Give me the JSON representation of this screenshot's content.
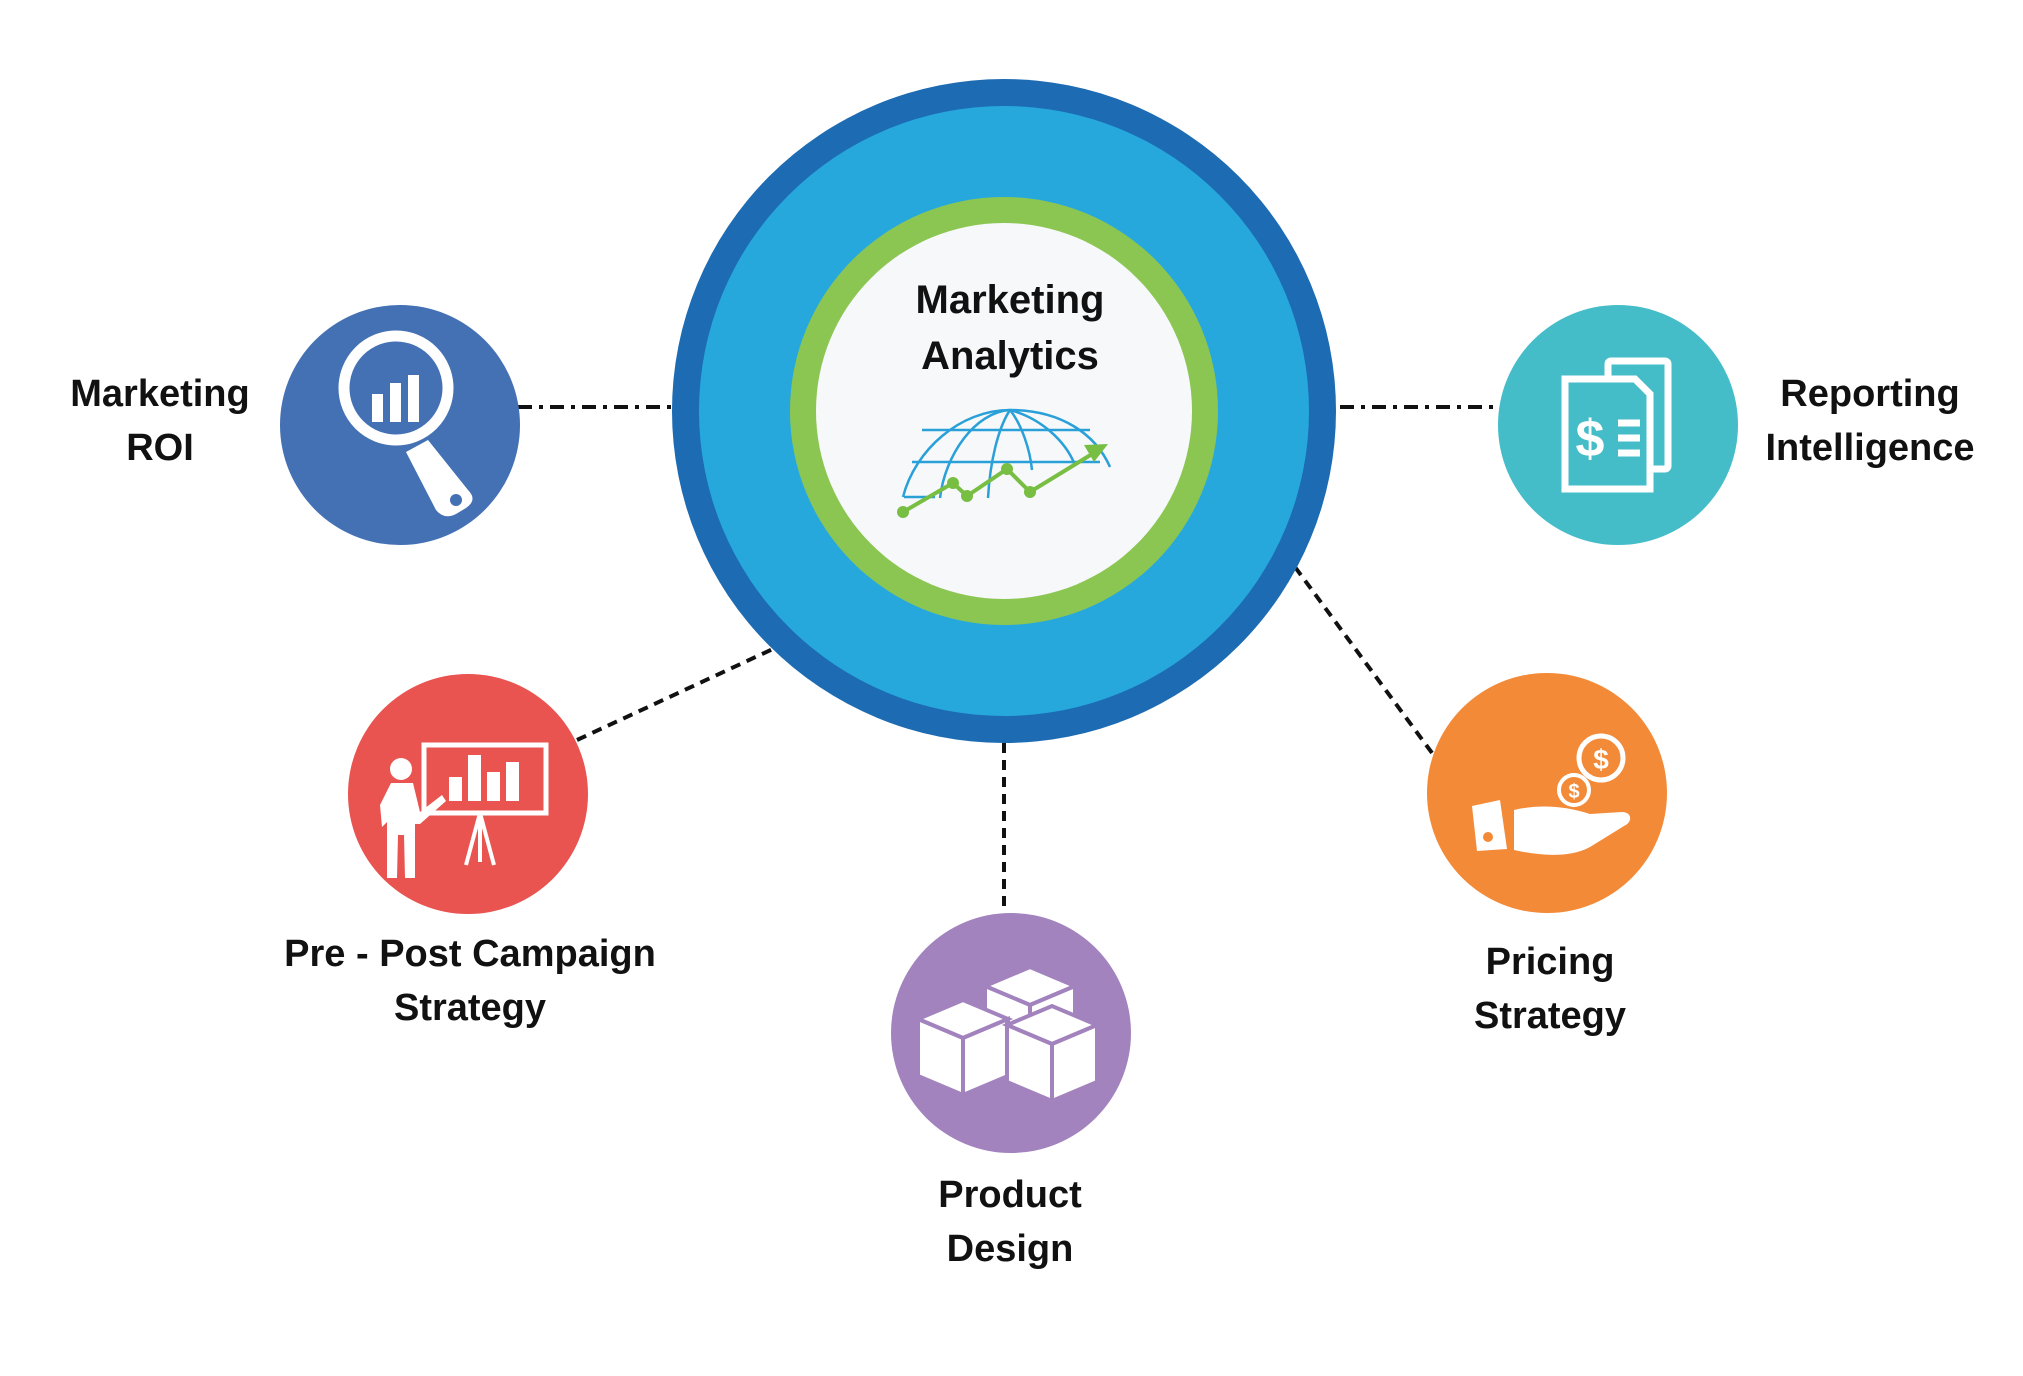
{
  "center": {
    "title_line1": "Marketing",
    "title_line2": "Analytics",
    "icon": "globe-trend-icon"
  },
  "nodes": [
    {
      "id": "marketing-roi",
      "line1": "Marketing",
      "line2": "ROI",
      "icon": "magnifier-chart-icon",
      "color": "#4470B4"
    },
    {
      "id": "reporting-intelligence",
      "line1": "Reporting",
      "line2": "Intelligence",
      "icon": "dollar-document-icon",
      "color": "#45BDC9"
    },
    {
      "id": "pre-post-campaign-strategy",
      "line1": "Pre - Post Campaign",
      "line2": "Strategy",
      "icon": "presenter-chart-icon",
      "color": "#E95450"
    },
    {
      "id": "product-design",
      "line1": "Product",
      "line2": "Design",
      "icon": "boxes-icon",
      "color": "#A283BE"
    },
    {
      "id": "pricing-strategy",
      "line1": "Pricing",
      "line2": "Strategy",
      "icon": "hand-coins-icon",
      "color": "#F38A38"
    }
  ],
  "colors": {
    "outer_ring": "#1C6BB3",
    "middle_fill": "#27A8DD",
    "inner_ring": "#8CC652",
    "inner_fill": "#F6F8FA",
    "globe_lines": "#2AA0D8",
    "trend_line": "#77BE43",
    "connector": "#111111"
  }
}
